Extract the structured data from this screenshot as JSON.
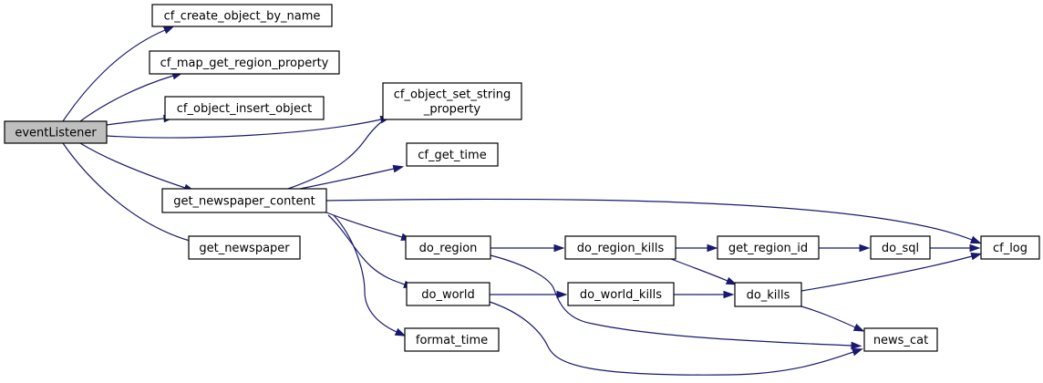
{
  "diagram": {
    "title": "",
    "edge_color": "#191970",
    "node_fill": "#ffffff",
    "root_fill": "#bfbfbf",
    "nodes": [
      {
        "id": "eventListener",
        "label": [
          "eventListener"
        ],
        "root": true
      },
      {
        "id": "cf_create_object_by_name",
        "label": [
          "cf_create_object_by_name"
        ]
      },
      {
        "id": "cf_map_get_region_property",
        "label": [
          "cf_map_get_region_property"
        ]
      },
      {
        "id": "cf_object_insert_object",
        "label": [
          "cf_object_insert_object"
        ]
      },
      {
        "id": "cf_object_set_string_property",
        "label": [
          "cf_object_set_string",
          "_property"
        ]
      },
      {
        "id": "cf_get_time",
        "label": [
          "cf_get_time"
        ]
      },
      {
        "id": "get_newspaper_content",
        "label": [
          "get_newspaper_content"
        ]
      },
      {
        "id": "get_newspaper",
        "label": [
          "get_newspaper"
        ]
      },
      {
        "id": "do_region",
        "label": [
          "do_region"
        ]
      },
      {
        "id": "do_world",
        "label": [
          "do_world"
        ]
      },
      {
        "id": "format_time",
        "label": [
          "format_time"
        ]
      },
      {
        "id": "do_region_kills",
        "label": [
          "do_region_kills"
        ]
      },
      {
        "id": "get_region_id",
        "label": [
          "get_region_id"
        ]
      },
      {
        "id": "do_sql",
        "label": [
          "do_sql"
        ]
      },
      {
        "id": "cf_log",
        "label": [
          "cf_log"
        ]
      },
      {
        "id": "do_world_kills",
        "label": [
          "do_world_kills"
        ]
      },
      {
        "id": "do_kills",
        "label": [
          "do_kills"
        ]
      },
      {
        "id": "news_cat",
        "label": [
          "news_cat"
        ]
      }
    ],
    "edges": [
      {
        "from": "eventListener",
        "to": "cf_create_object_by_name"
      },
      {
        "from": "eventListener",
        "to": "cf_map_get_region_property"
      },
      {
        "from": "eventListener",
        "to": "cf_object_insert_object"
      },
      {
        "from": "eventListener",
        "to": "cf_object_set_string_property"
      },
      {
        "from": "eventListener",
        "to": "get_newspaper_content"
      },
      {
        "from": "eventListener",
        "to": "get_newspaper"
      },
      {
        "from": "get_newspaper_content",
        "to": "cf_object_set_string_property"
      },
      {
        "from": "get_newspaper_content",
        "to": "cf_get_time"
      },
      {
        "from": "get_newspaper_content",
        "to": "cf_log"
      },
      {
        "from": "get_newspaper_content",
        "to": "do_region"
      },
      {
        "from": "get_newspaper_content",
        "to": "do_world"
      },
      {
        "from": "get_newspaper_content",
        "to": "format_time"
      },
      {
        "from": "do_region",
        "to": "do_region_kills"
      },
      {
        "from": "do_region",
        "to": "news_cat"
      },
      {
        "from": "do_region_kills",
        "to": "get_region_id"
      },
      {
        "from": "do_region_kills",
        "to": "do_kills"
      },
      {
        "from": "get_region_id",
        "to": "do_sql"
      },
      {
        "from": "do_sql",
        "to": "cf_log"
      },
      {
        "from": "do_world",
        "to": "do_world_kills"
      },
      {
        "from": "do_world",
        "to": "news_cat"
      },
      {
        "from": "do_world_kills",
        "to": "do_kills"
      },
      {
        "from": "do_kills",
        "to": "cf_log"
      },
      {
        "from": "do_kills",
        "to": "news_cat"
      }
    ]
  }
}
